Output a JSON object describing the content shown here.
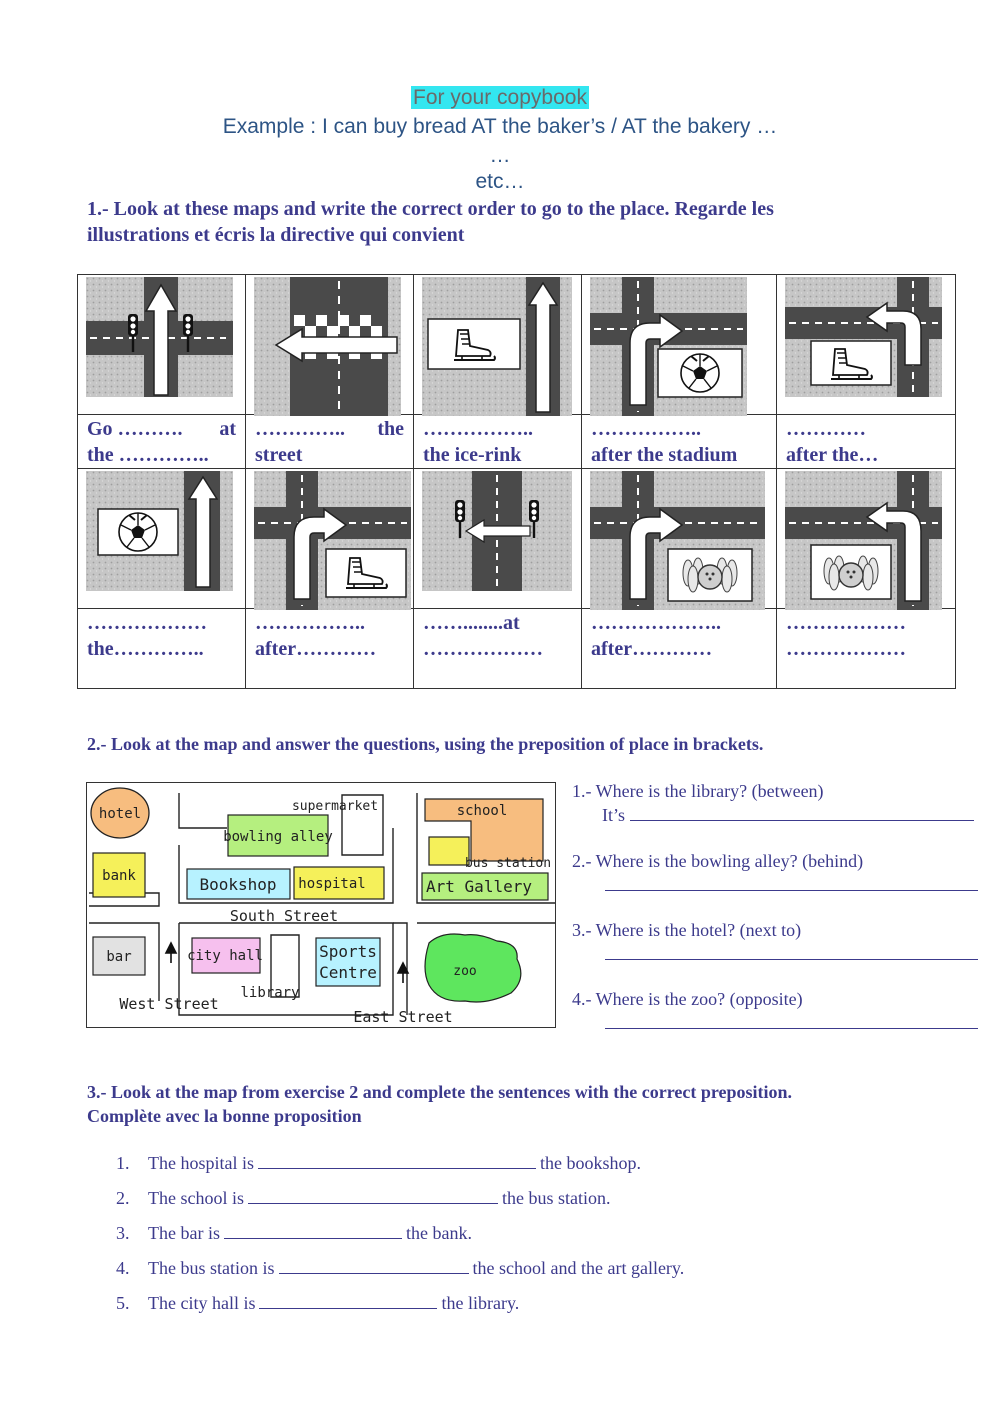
{
  "header": {
    "highlight": "For your copybook",
    "example": "Example : I can buy bread AT the baker’s / AT the bakery …",
    "dots": "…",
    "etc": "etc…"
  },
  "exercise1": {
    "instruction_line1": "1.- Look at these maps and write the correct order to go to the place. Regarde les",
    "instruction_line2": "illustrations et écris la directive qui convient",
    "row1": [
      {
        "l1a": "Go ……….",
        "l1b": "at",
        "l2": "the …………..",
        "icon": "traffic-lights-straight-icon"
      },
      {
        "l1a": "…………..",
        "l1b": "the",
        "l2": "street",
        "icon": "crosswalk-cross-icon"
      },
      {
        "l1a": "……………..",
        "l1b": "",
        "l2": "the ice-rink",
        "icon": "ice-rink-straight-icon"
      },
      {
        "l1a": "……………..",
        "l1b": "",
        "l2": "after the stadium",
        "icon": "stadium-turn-right-icon"
      },
      {
        "l1a": "…………",
        "l1b": "",
        "l2": "after the…",
        "icon": "ice-rink-turn-left-icon"
      }
    ],
    "row2": [
      {
        "l1a": "………………",
        "l1b": "",
        "l2": "the…………..",
        "icon": "stadium-straight-icon"
      },
      {
        "l1a": "……………..",
        "l1b": "",
        "l2": "after…………",
        "icon": "ice-rink-turn-right-icon"
      },
      {
        "l1a": "……........at",
        "l1b": "",
        "l2": "………………",
        "icon": "traffic-lights-cross-icon"
      },
      {
        "l1a": "………………..",
        "l1b": "",
        "l2": "after…………",
        "icon": "bowling-turn-right-icon"
      },
      {
        "l1a": "………………",
        "l1b": "",
        "l2": "………………",
        "icon": "bowling-turn-left-icon"
      }
    ]
  },
  "exercise2": {
    "instruction": "2.- Look at the map and answer the questions, using the preposition of place in brackets.",
    "map": {
      "hotel": "hotel",
      "bank": "bank",
      "supermarket": "supermarket",
      "bowling": "bowling alley",
      "bookshop": "Bookshop",
      "hospital": "hospital",
      "school": "school",
      "bus_station": "bus station",
      "art_gallery": "Art Gallery",
      "south_street": "South Street",
      "bar": "bar",
      "city_hall": "city hall",
      "library": "library",
      "sports1": "Sports",
      "sports2": "Centre",
      "zoo": "zoo",
      "west_street": "West Street",
      "east_street": "East Street"
    },
    "questions": [
      {
        "q": "1.- Where is the library? (between)",
        "prefix": "It’s"
      },
      {
        "q": "2.- Where is the bowling alley? (behind)",
        "prefix": ""
      },
      {
        "q": "3.- Where is the hotel? (next to)",
        "prefix": ""
      },
      {
        "q": "4.- Where is the zoo? (opposite)",
        "prefix": ""
      }
    ]
  },
  "exercise3": {
    "instruction_line1": "3.- Look at the map from exercise 2 and complete the sentences with the correct preposition.",
    "instruction_line2": "Complète avec la bonne proposition",
    "sentences": [
      {
        "num": "1.",
        "start": "The hospital is",
        "end": "the bookshop."
      },
      {
        "num": "2.",
        "start": "The school is",
        "end": "the bus station."
      },
      {
        "num": "3.",
        "start": "The bar is",
        "end": "the bank."
      },
      {
        "num": "4.",
        "start": "The bus station is",
        "end": "the school and the art gallery."
      },
      {
        "num": "5.",
        "start": "The city hall is",
        "end": "the library."
      }
    ]
  },
  "colors": {
    "text": "#3c3a8c",
    "header": "#2d5485",
    "highlight": "#33e6f0",
    "road": "#4a4a4a",
    "ground": "#c8c8c8"
  }
}
